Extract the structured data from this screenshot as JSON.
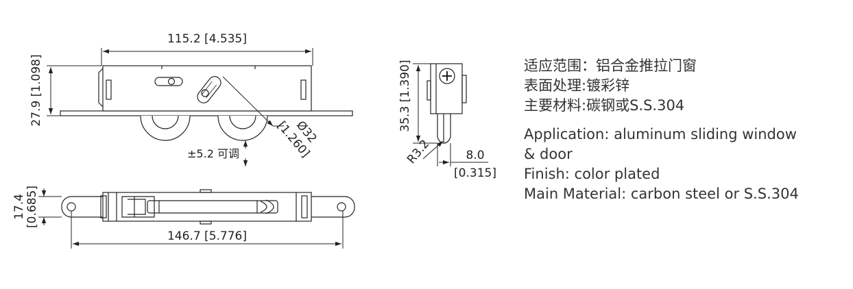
{
  "top_view": {
    "length_dim": "115.2 [4.535]",
    "height_dim": "27.9 [1.098]",
    "wheel_diameter_dim": "Ø32",
    "wheel_diameter_inch": "[1.260]",
    "adjust_label": "±5.2 可调"
  },
  "bottom_view": {
    "length_dim": "146.7 [5.776]",
    "width_dim_mm": "17.4",
    "width_dim_inch": "[0.685]"
  },
  "side_view": {
    "height_dim": "35.3 [1.390]",
    "radius_dim": "R3.2",
    "width_dim_mm": "8.0",
    "width_dim_inch": "[0.315]"
  },
  "specs_cn": [
    "适应范围：铝合金推拉门窗",
    "表面处理:镀彩锌",
    "主要材料:碳钢或S.S.304"
  ],
  "specs_en": [
    "Application: aluminum sliding window",
    "&  door",
    "Finish: color plated",
    "Main Material: carbon steel or S.S.304"
  ]
}
